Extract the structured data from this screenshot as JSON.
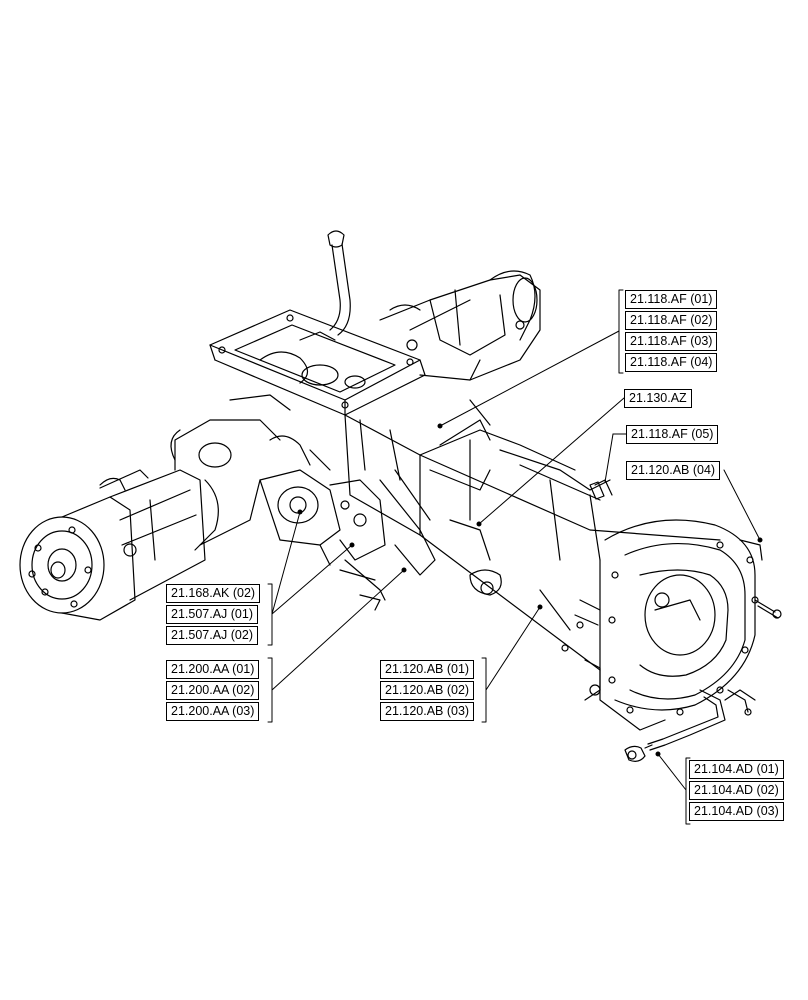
{
  "labels": {
    "af01": "21.118.AF (01)",
    "af02": "21.118.AF (02)",
    "af03": "21.118.AF (03)",
    "af04": "21.118.AF (04)",
    "az": "21.130.AZ",
    "af05": "21.118.AF (05)",
    "ab04": "21.120.AB (04)",
    "ak02": "21.168.AK (02)",
    "aj01": "21.507.AJ (01)",
    "aj02": "21.507.AJ (02)",
    "aa01": "21.200.AA (01)",
    "aa02": "21.200.AA (02)",
    "aa03": "21.200.AA (03)",
    "ab01": "21.120.AB (01)",
    "ab02": "21.120.AB (02)",
    "ab03": "21.120.AB (03)",
    "ad01": "21.104.AD (01)",
    "ad02": "21.104.AD (02)",
    "ad03": "21.104.AD (03)"
  },
  "colors": {
    "line": "#000000",
    "background": "#ffffff"
  }
}
